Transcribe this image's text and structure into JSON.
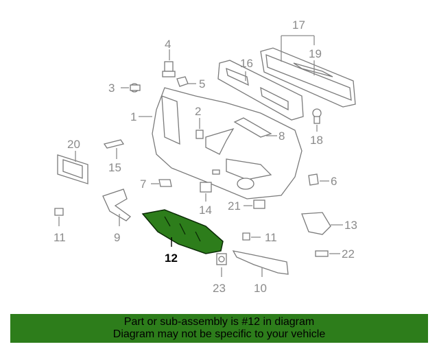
{
  "labels": {
    "n1": "1",
    "n2": "2",
    "n3": "3",
    "n4": "4",
    "n5": "5",
    "n6": "6",
    "n7": "7",
    "n8": "8",
    "n9": "9",
    "n10": "10",
    "n11a": "11",
    "n11b": "11",
    "n12": "12",
    "n13": "13",
    "n14": "14",
    "n15": "15",
    "n16": "16",
    "n17": "17",
    "n18": "18",
    "n19": "19",
    "n20": "20",
    "n21": "21",
    "n22": "22",
    "n23": "23"
  },
  "highlight": {
    "part_number": "12",
    "color": "#2d7d1b"
  },
  "banner": {
    "line1": "Part or sub-assembly is #12 in diagram",
    "line2": "Diagram may not be specific to your vehicle",
    "background": "#2d7d1b"
  }
}
